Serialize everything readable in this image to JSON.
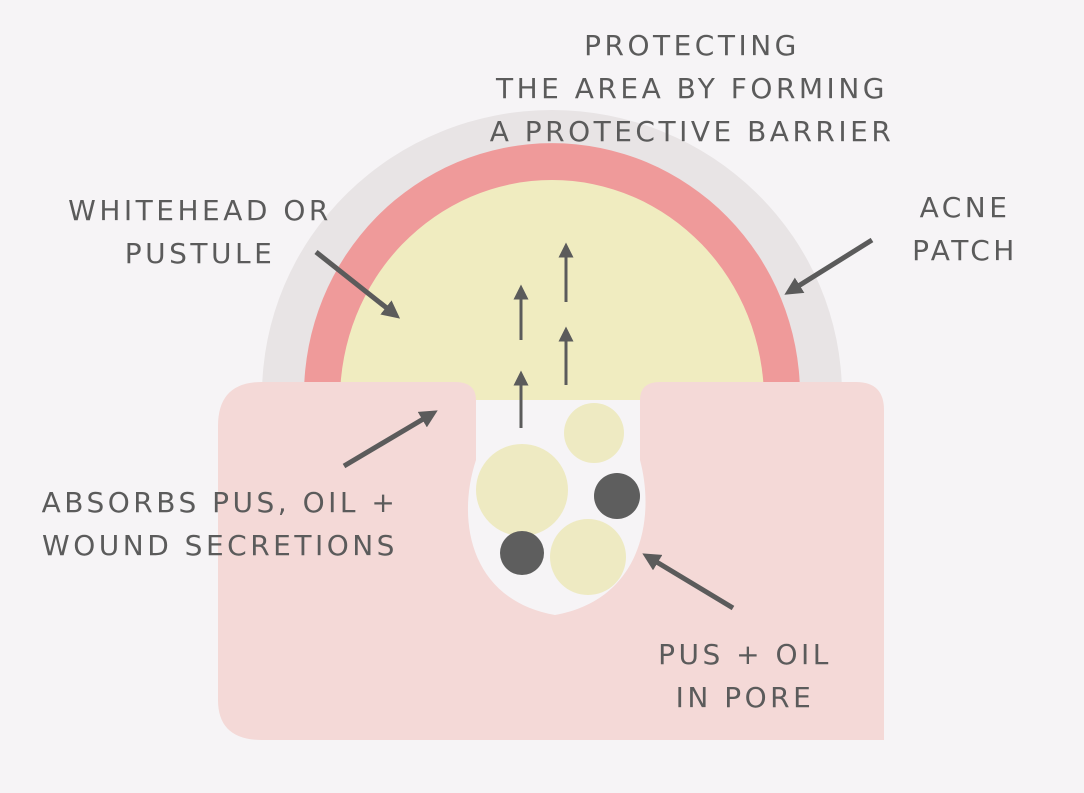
{
  "labels": {
    "protecting": [
      "PROTECTING",
      "THE AREA BY FORMING",
      "A PROTECTIVE BARRIER"
    ],
    "whitehead": [
      "WHITEHEAD OR",
      "PUSTULE"
    ],
    "acne_patch": [
      "ACNE",
      "PATCH"
    ],
    "absorbs": [
      "ABSORBS PUS, OIL +",
      "WOUND SECRETIONS"
    ],
    "pus_oil": [
      "PUS + OIL",
      "IN PORE"
    ]
  },
  "colors": {
    "background": "#f6f4f6",
    "skin": "#f4d9d7",
    "pore": "#f6f4f6",
    "patch_outer": "#e8e4e5",
    "patch_red": "#ef9a9a",
    "pus_yellow": "#f0ecc0",
    "pus_ball": "#eeeac2",
    "oil_dot": "#5e5e5e",
    "arrow": "#5b5b5b",
    "text": "#5b5b5b"
  }
}
